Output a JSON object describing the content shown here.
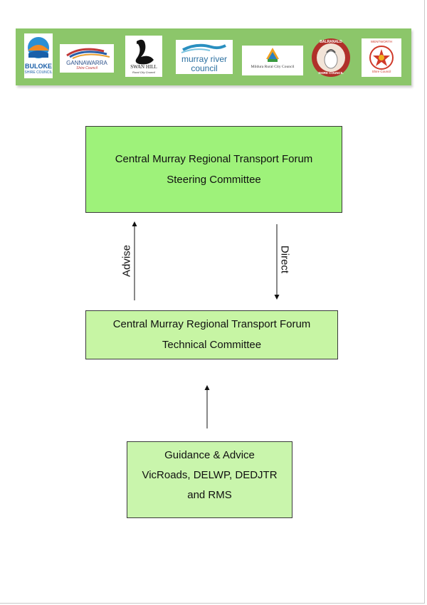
{
  "logos": {
    "buloke": {
      "name": "BULOKE",
      "sub": "SHIRE COUNCIL"
    },
    "gannawarra": {
      "name": "GANNAWARRA",
      "sub": "Shire Council"
    },
    "swan_hill": {
      "name": "SWAN HILL",
      "sub": "Rural City Council"
    },
    "murray_river": {
      "name": "murray river",
      "sub": "council"
    },
    "mildura": {
      "name": "Mildura Rural City Council"
    },
    "balranald": {
      "name": "BALRANALD",
      "sub": "SHIRE COUNCIL"
    },
    "wentworth": {
      "name": "WENTWORTH",
      "sub": "Shire Council"
    }
  },
  "steering_committee": {
    "line1": "Central Murray Regional Transport Forum",
    "line2": "Steering Committee"
  },
  "technical_committee": {
    "line1": "Central Murray Regional Transport Forum",
    "line2": "Technical Committee"
  },
  "guidance": {
    "line1": "Guidance & Advice",
    "line2": "VicRoads, DELWP, DEDJTR",
    "line3": "and RMS"
  },
  "arrows": {
    "advise_label": "Advise",
    "direct_label": "Direct"
  },
  "colors": {
    "banner": "#8cc66a",
    "steering_fill": "#9ef27a",
    "technical_fill": "#c7f5a4",
    "guidance_fill": "#c9f5ac"
  }
}
